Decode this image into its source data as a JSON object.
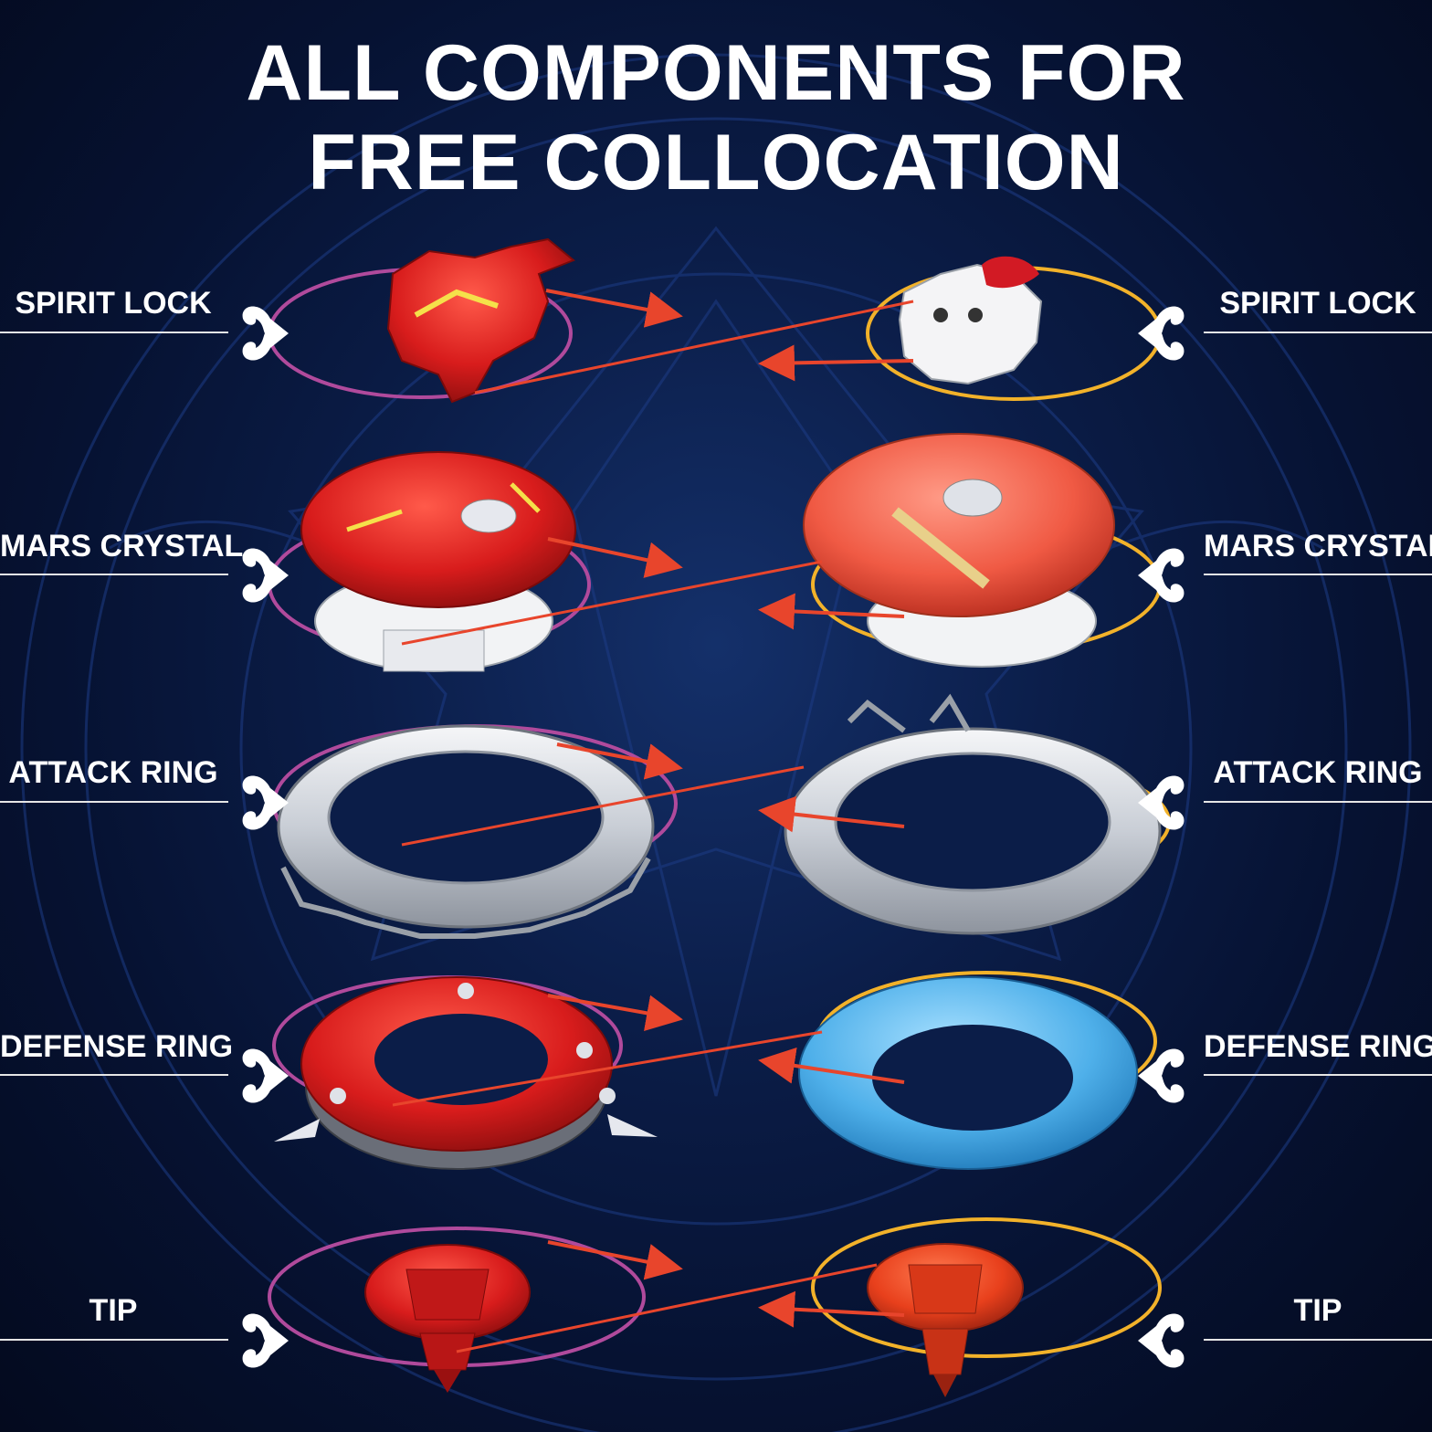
{
  "title": {
    "line1": "ALL COMPONENTS FOR",
    "line2": "FREE COLLOCATION"
  },
  "rows": [
    {
      "left_label": "SPIRIT LOCK",
      "right_label": "SPIRIT LOCK"
    },
    {
      "left_label": "MARS CRYSTAL",
      "right_label": "MARS CRYSTAL"
    },
    {
      "left_label": "ATTACK RING",
      "right_label": "ATTACK RING"
    },
    {
      "left_label": "DEFENSE RING",
      "right_label": "DEFENSE RING"
    },
    {
      "left_label": "TIP",
      "right_label": "TIP"
    }
  ],
  "colors": {
    "background": "#0a1a44",
    "text": "#ffffff",
    "left_loop": "#b04a9c",
    "right_loop": "#f2b22a",
    "arrow": "#e8452c",
    "red_part": "#d81c1c",
    "silver_part": "#d9dde3",
    "blue_part": "#59b6ea"
  },
  "icons": [
    "fleur-ornament-icon",
    "arrow-right-icon",
    "arrow-left-icon"
  ]
}
